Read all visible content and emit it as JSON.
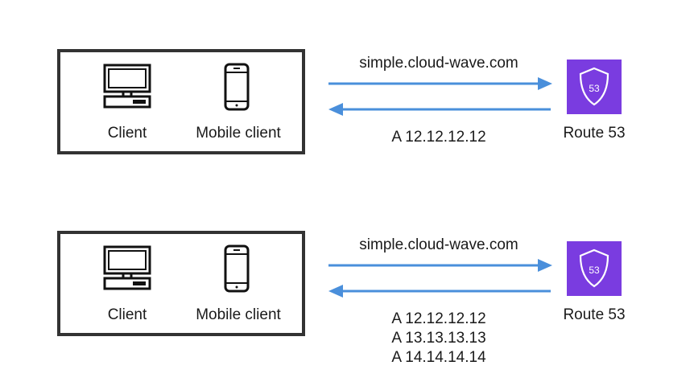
{
  "colors": {
    "arrow": "#4a8fdb",
    "route53_bg": "#7a3ce0",
    "route53_fg": "#ffffff",
    "border": "#333333"
  },
  "icons": [
    "desktop-computer-icon",
    "mobile-phone-icon",
    "route53-shield-icon"
  ],
  "diagrams": [
    {
      "client_label": "Client",
      "mobile_label": "Mobile client",
      "query": "simple.cloud-wave.com",
      "route53_badge": "53",
      "route53_label": "Route 53",
      "answers": [
        "A 12.12.12.12"
      ]
    },
    {
      "client_label": "Client",
      "mobile_label": "Mobile client",
      "query": "simple.cloud-wave.com",
      "route53_badge": "53",
      "route53_label": "Route 53",
      "answers": [
        "A 12.12.12.12",
        "A 13.13.13.13",
        "A 14.14.14.14"
      ]
    }
  ]
}
